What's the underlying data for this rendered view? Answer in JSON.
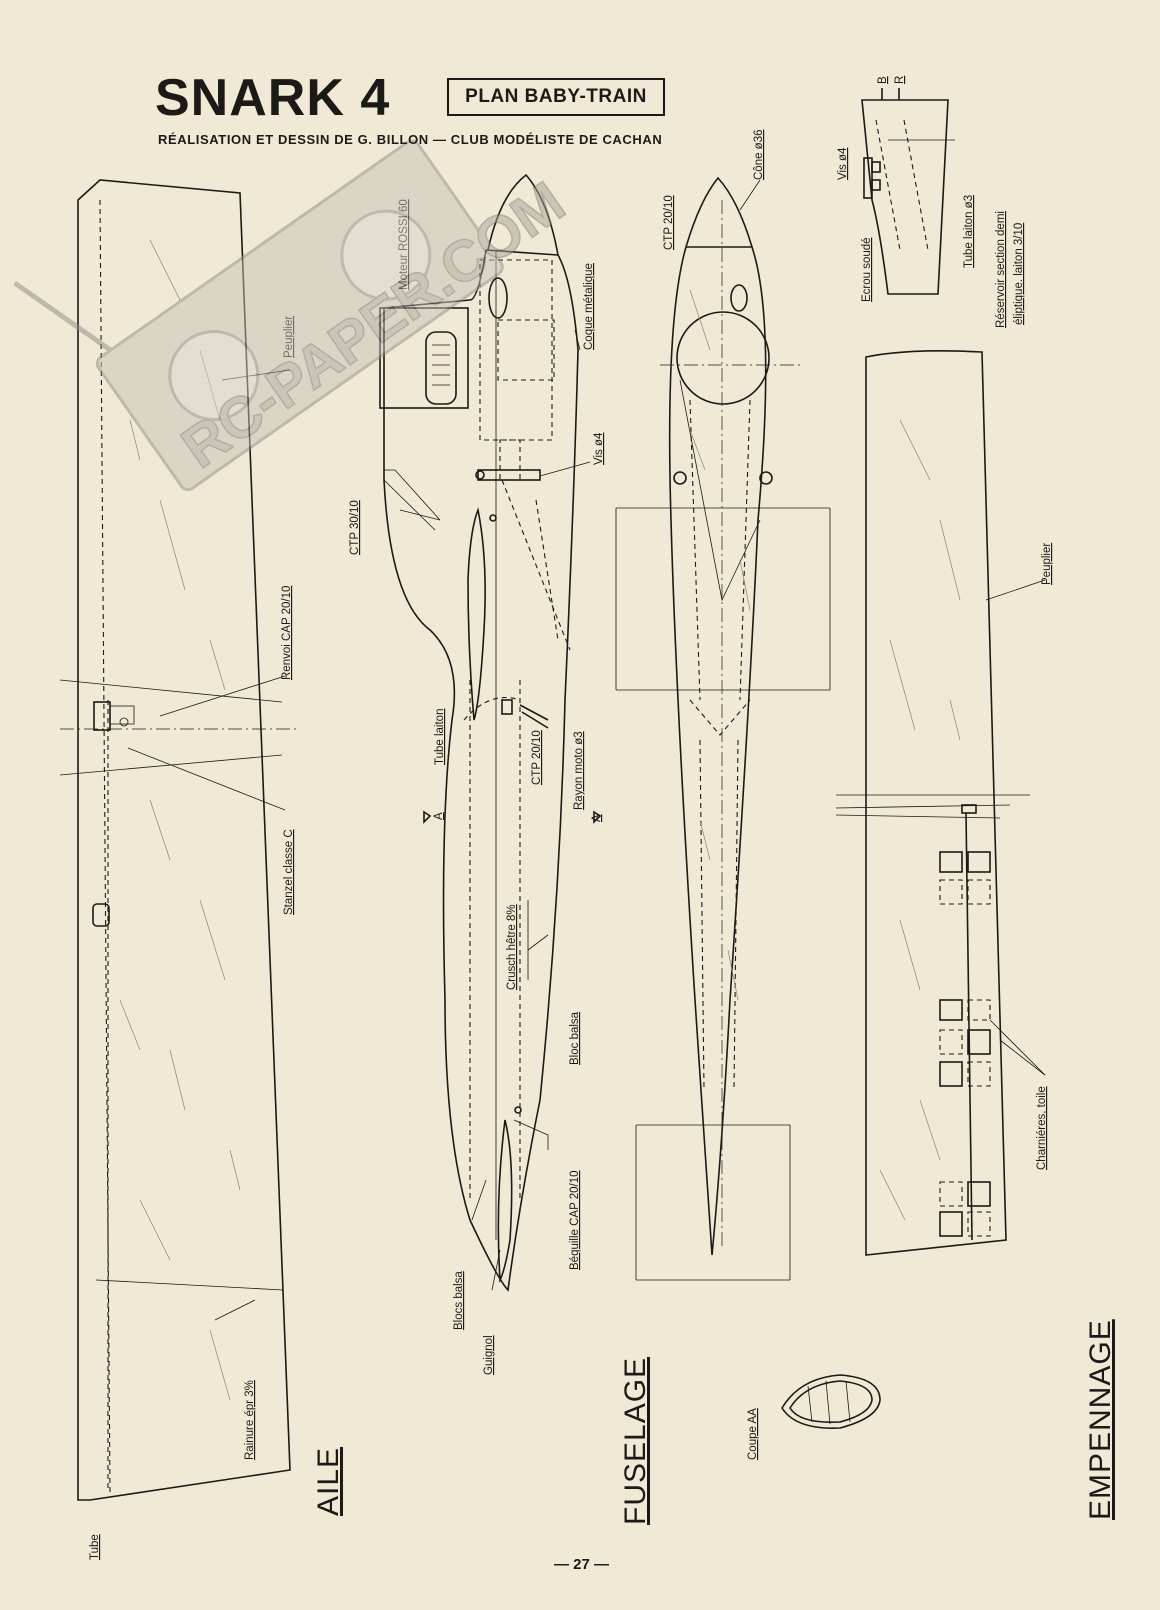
{
  "header": {
    "title": "SNARK 4",
    "plan_box": "PLAN BABY-TRAIN",
    "subtitle": "RÉALISATION ET DESSIN DE G. BILLON — CLUB MODÉLISTE DE CACHAN"
  },
  "watermark": {
    "text": "RC-PAPER.COM",
    "icon": "radio-transmitter-icon"
  },
  "sections": {
    "aile": "AILE",
    "fuselage": "FUSELAGE",
    "empennage": "EMPENNAGE"
  },
  "labels": {
    "peuplier_wing": "Peuplier",
    "moteur": "Moteur ROSSI 60",
    "coque": "Coque métalique",
    "vis4_fuselage": "Vis ø4",
    "ctp_30_10": "CTP 30/10",
    "renvoi": "Renvoi CAP 20/10",
    "stanzel": "Stanzel classe C",
    "tube_laiton": "Tube laiton",
    "ctp_20_10_side": "CTP 20/10",
    "rayon_moto": "Rayon moto ø3",
    "crusch": "Crusch hêtre 8%",
    "bloc_balsa": "Bloc balsa",
    "bequille": "Béquille CAP 20/10",
    "blocs_balsa": "Blocs balsa",
    "guignol": "Guignol",
    "rainure": "Rainure épr 3%",
    "tube": "Tube",
    "ctp_20_10_top": "CTP 20/10",
    "cone": "Cône ø36",
    "coupe": "Coupe AA",
    "vis4_tank": "Vis ø4",
    "ecrou": "Ecrou soudé",
    "tube_laiton_3": "Tube laiton ø3",
    "reservoir_1": "Réservoir section demi",
    "reservoir_2": "éliptique. laiton 3/10",
    "tank_b": "B",
    "tank_r": "R",
    "peuplier_tail": "Peuplier",
    "charnieres": "Charniéres, toile",
    "section_a": "A",
    "marker_a_side": "A"
  },
  "page_number": "— 27 —"
}
